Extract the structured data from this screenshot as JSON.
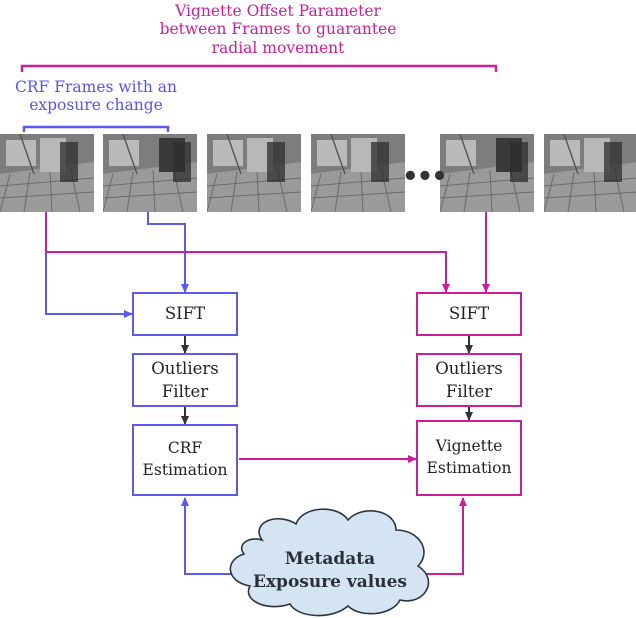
{
  "top_label": {
    "line1": "Vignette Offset Parameter",
    "line2": "between Frames to guarantee",
    "line3": "radial movement"
  },
  "crf_label": {
    "line1": "CRF Frames with an",
    "line2": "exposure change"
  },
  "frame_count": 6,
  "ellipsis": "•••",
  "left_pipeline": {
    "sift": "SIFT",
    "outliers_line1": "Outliers",
    "outliers_line2": "Filter",
    "estimation_line1": "CRF",
    "estimation_line2": "Estimation"
  },
  "right_pipeline": {
    "sift": "SIFT",
    "outliers_line1": "Outliers",
    "outliers_line2": "Filter",
    "estimation_line1": "Vignette",
    "estimation_line2": "Estimation"
  },
  "metadata": {
    "line1": "Metadata",
    "line2": "Exposure values"
  },
  "colors": {
    "blue": "#5a5aee",
    "pink": "#cc1e99",
    "dark_arrow": "#333333",
    "cloud_fill": "#d4e4f2",
    "cloud_stroke": "#2d3440"
  }
}
